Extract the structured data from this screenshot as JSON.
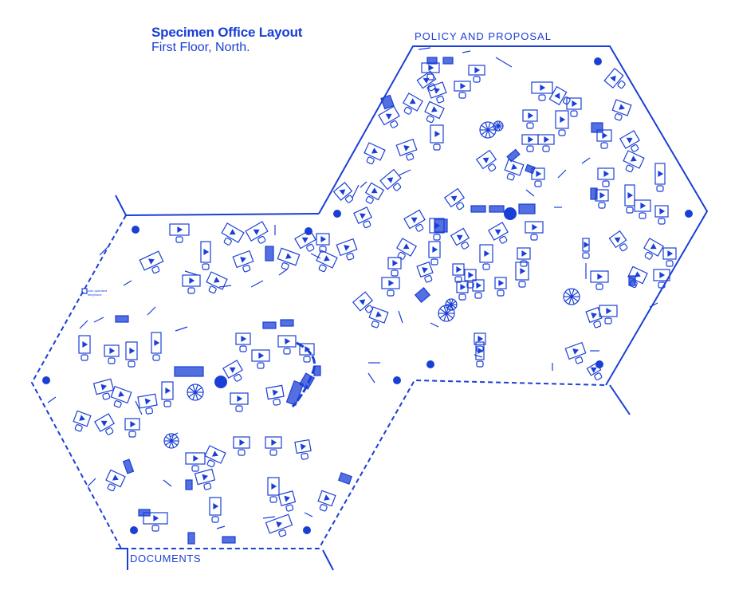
{
  "title": "Specimen Office Layout",
  "subtitle": "First Floor, North.",
  "areas": {
    "policy": "POLICY AND PROPOSAL",
    "documents": "DOCUMENTS"
  },
  "legend_note": "coin operated telephone",
  "colors": {
    "ink": "#1a3fd6",
    "paper": "#ffffff"
  }
}
